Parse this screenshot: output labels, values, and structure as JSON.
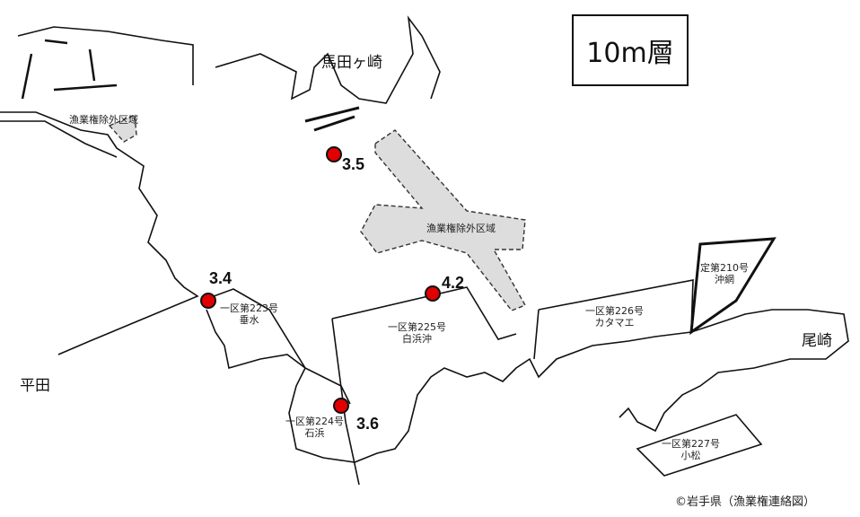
{
  "title": "10m層",
  "places": {
    "umadagasaki": "馬田ヶ崎",
    "hirata": "平田",
    "ozaki": "尾崎"
  },
  "exclusion_zones": [
    "漁業権除外区域",
    "漁業権除外区域"
  ],
  "fishery_zones": [
    {
      "line1": "一区第223号",
      "line2": "垂水"
    },
    {
      "line1": "一区第224号",
      "line2": "石浜"
    },
    {
      "line1": "一区第225号",
      "line2": "白浜沖"
    },
    {
      "line1": "一区第226号",
      "line2": "カタマエ"
    },
    {
      "line1": "定第210号",
      "line2": "沖網"
    },
    {
      "line1": "一区第227号",
      "line2": "小松"
    }
  ],
  "stations": [
    {
      "value": "3.5"
    },
    {
      "value": "3.4"
    },
    {
      "value": "4.2"
    },
    {
      "value": "3.6"
    }
  ],
  "point_color": "#e00000",
  "credit": "©岩手県（漁業権連絡図）"
}
